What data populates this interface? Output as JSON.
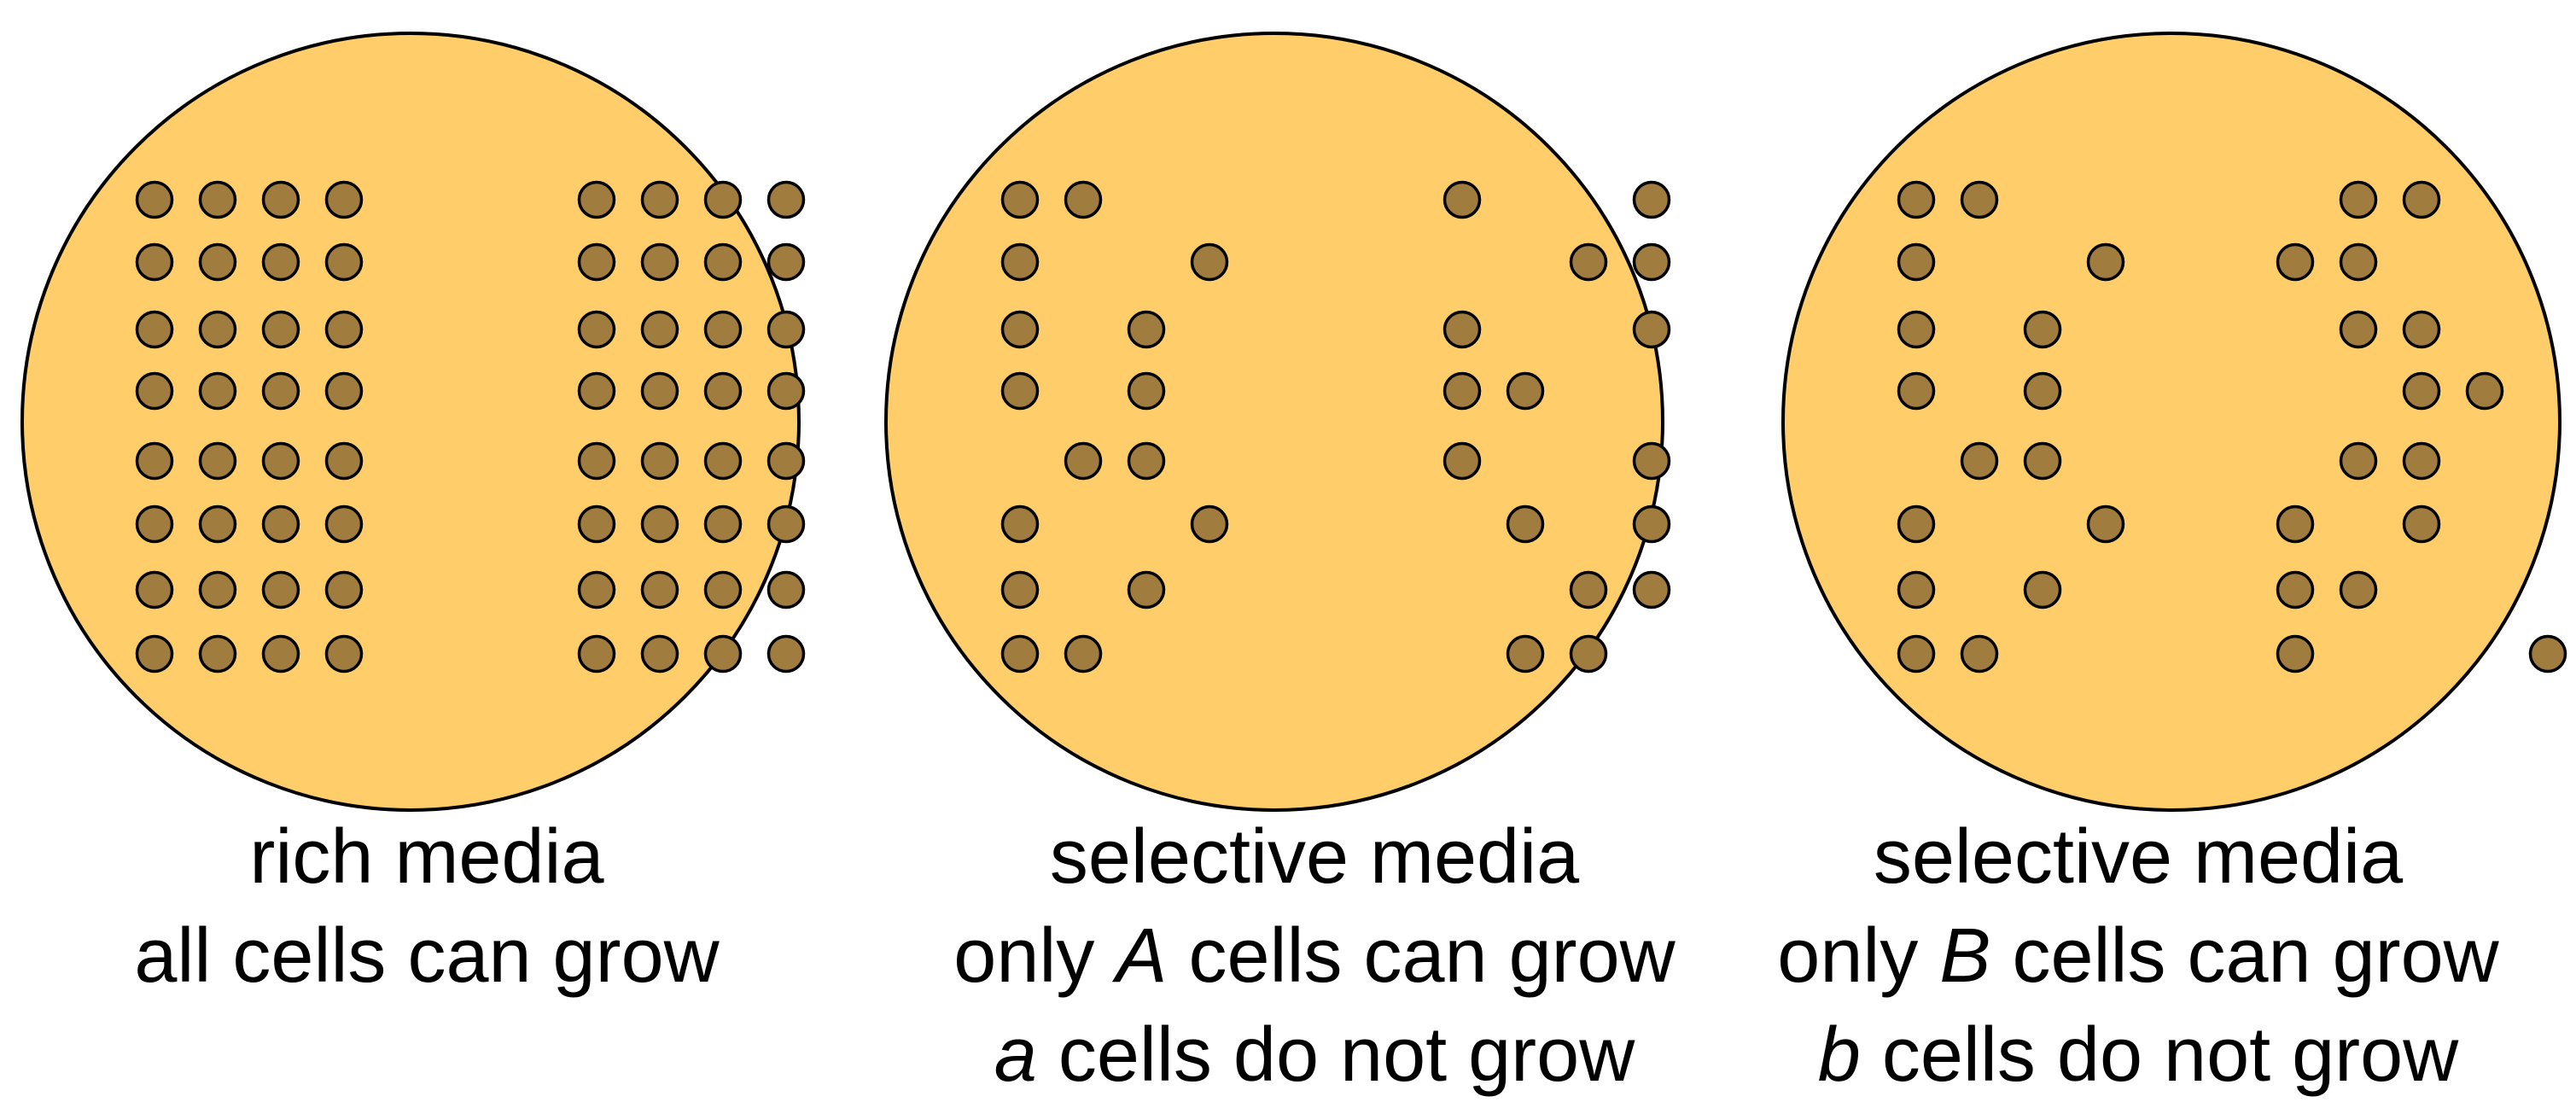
{
  "colors": {
    "plate_fill": "#FFCE6A",
    "plate_stroke": "#000000",
    "colony_fill": "#A07D3F",
    "colony_stroke": "#000000",
    "text": "#000000"
  },
  "plates": [
    {
      "id": "rich",
      "medium": "rich media",
      "growth": "all cells can grow",
      "no_growth": "",
      "colony_pattern": [
        "11110001111",
        "11110001111",
        "11110001111",
        "11110001111",
        "11110001111",
        "11110001111",
        "11110001111",
        "11110001111"
      ]
    },
    {
      "id": "selective-A",
      "medium": "selective media",
      "growth_prefix": "only ",
      "growth_genotype": "A",
      "growth_suffix": " cells can grow",
      "no_growth_genotype": "a",
      "no_growth_suffix": " cells do not grow",
      "colony_pattern": [
        "11000001001",
        "10010000011",
        "10100001001",
        "10100001100",
        "01100001001",
        "10010000101",
        "10100000011",
        "11000000110"
      ]
    },
    {
      "id": "selective-B",
      "medium": "selective media",
      "growth_prefix": "only ",
      "growth_genotype": "B",
      "growth_suffix": " cells can grow",
      "no_growth_genotype": "b",
      "no_growth_suffix": " cells do not grow",
      "colony_pattern": [
        "11000001100",
        "10010011000",
        "10100001100",
        "10100000110",
        "01100001100",
        "10010010100",
        "10100011000",
        "11000010001"
      ]
    }
  ]
}
